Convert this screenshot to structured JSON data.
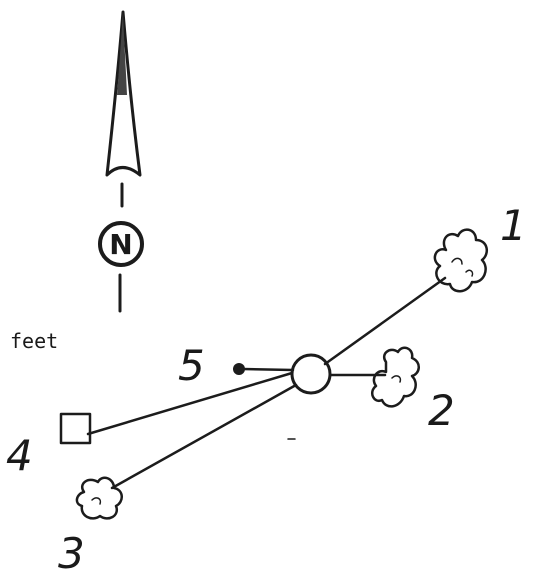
{
  "north_arrow": {
    "letter": "N"
  },
  "unit_label": "feet",
  "landmarks": [
    {
      "number": "1",
      "icon": "tree-icon"
    },
    {
      "number": "2",
      "icon": "tree-icon"
    },
    {
      "number": "3",
      "icon": "tree-icon"
    },
    {
      "number": "4",
      "icon": "square-marker-icon"
    },
    {
      "number": "5",
      "icon": "dot-marker-icon"
    }
  ]
}
